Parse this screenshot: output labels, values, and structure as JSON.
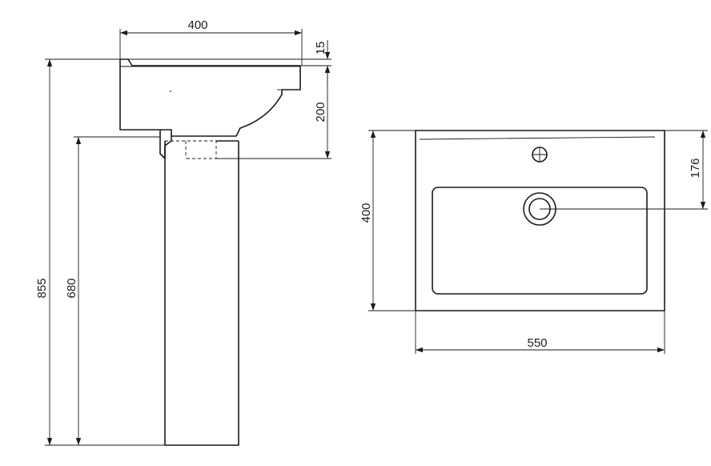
{
  "dimensions": {
    "side_width": "400",
    "rim_thickness": "15",
    "basin_height": "200",
    "total_height": "855",
    "pedestal_height": "680",
    "front_depth": "400",
    "tap_offset": "176",
    "front_width": "550"
  },
  "colors": {
    "line": "#1a1a1a",
    "background": "#ffffff"
  }
}
